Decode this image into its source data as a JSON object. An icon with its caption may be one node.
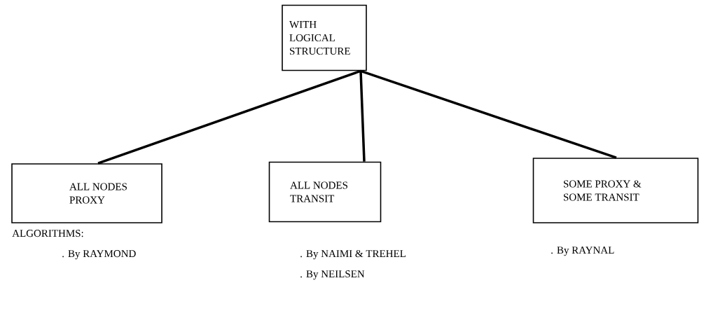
{
  "diagram": {
    "nodes": [
      {
        "text": [
          "WITH LOGICAL STRUCTURE"
        ]
      },
      {
        "text": [
          "ALL NODES PROXY"
        ],
        "beside": [
          ". By RAYMOND"
        ]
      },
      {
        "text": [
          "ALL NODES TRANSIT"
        ],
        "beside": [
          ". By NAIMI & TREHEL",
          ". By NEILSEN"
        ]
      },
      {
        "text": [
          "SOME PROXY & SOME TRANSIT"
        ],
        "beside": [
          ". By RAYNAL"
        ]
      }
    ],
    "edges": [
      {
        "from": 0,
        "to": 1,
        "arrow": "none"
      },
      {
        "from": 0,
        "to": 2,
        "arrow": "none"
      },
      {
        "from": 0,
        "to": 3,
        "arrow": "none"
      }
    ],
    "labels": [
      "ALGORITHMS:"
    ]
  }
}
